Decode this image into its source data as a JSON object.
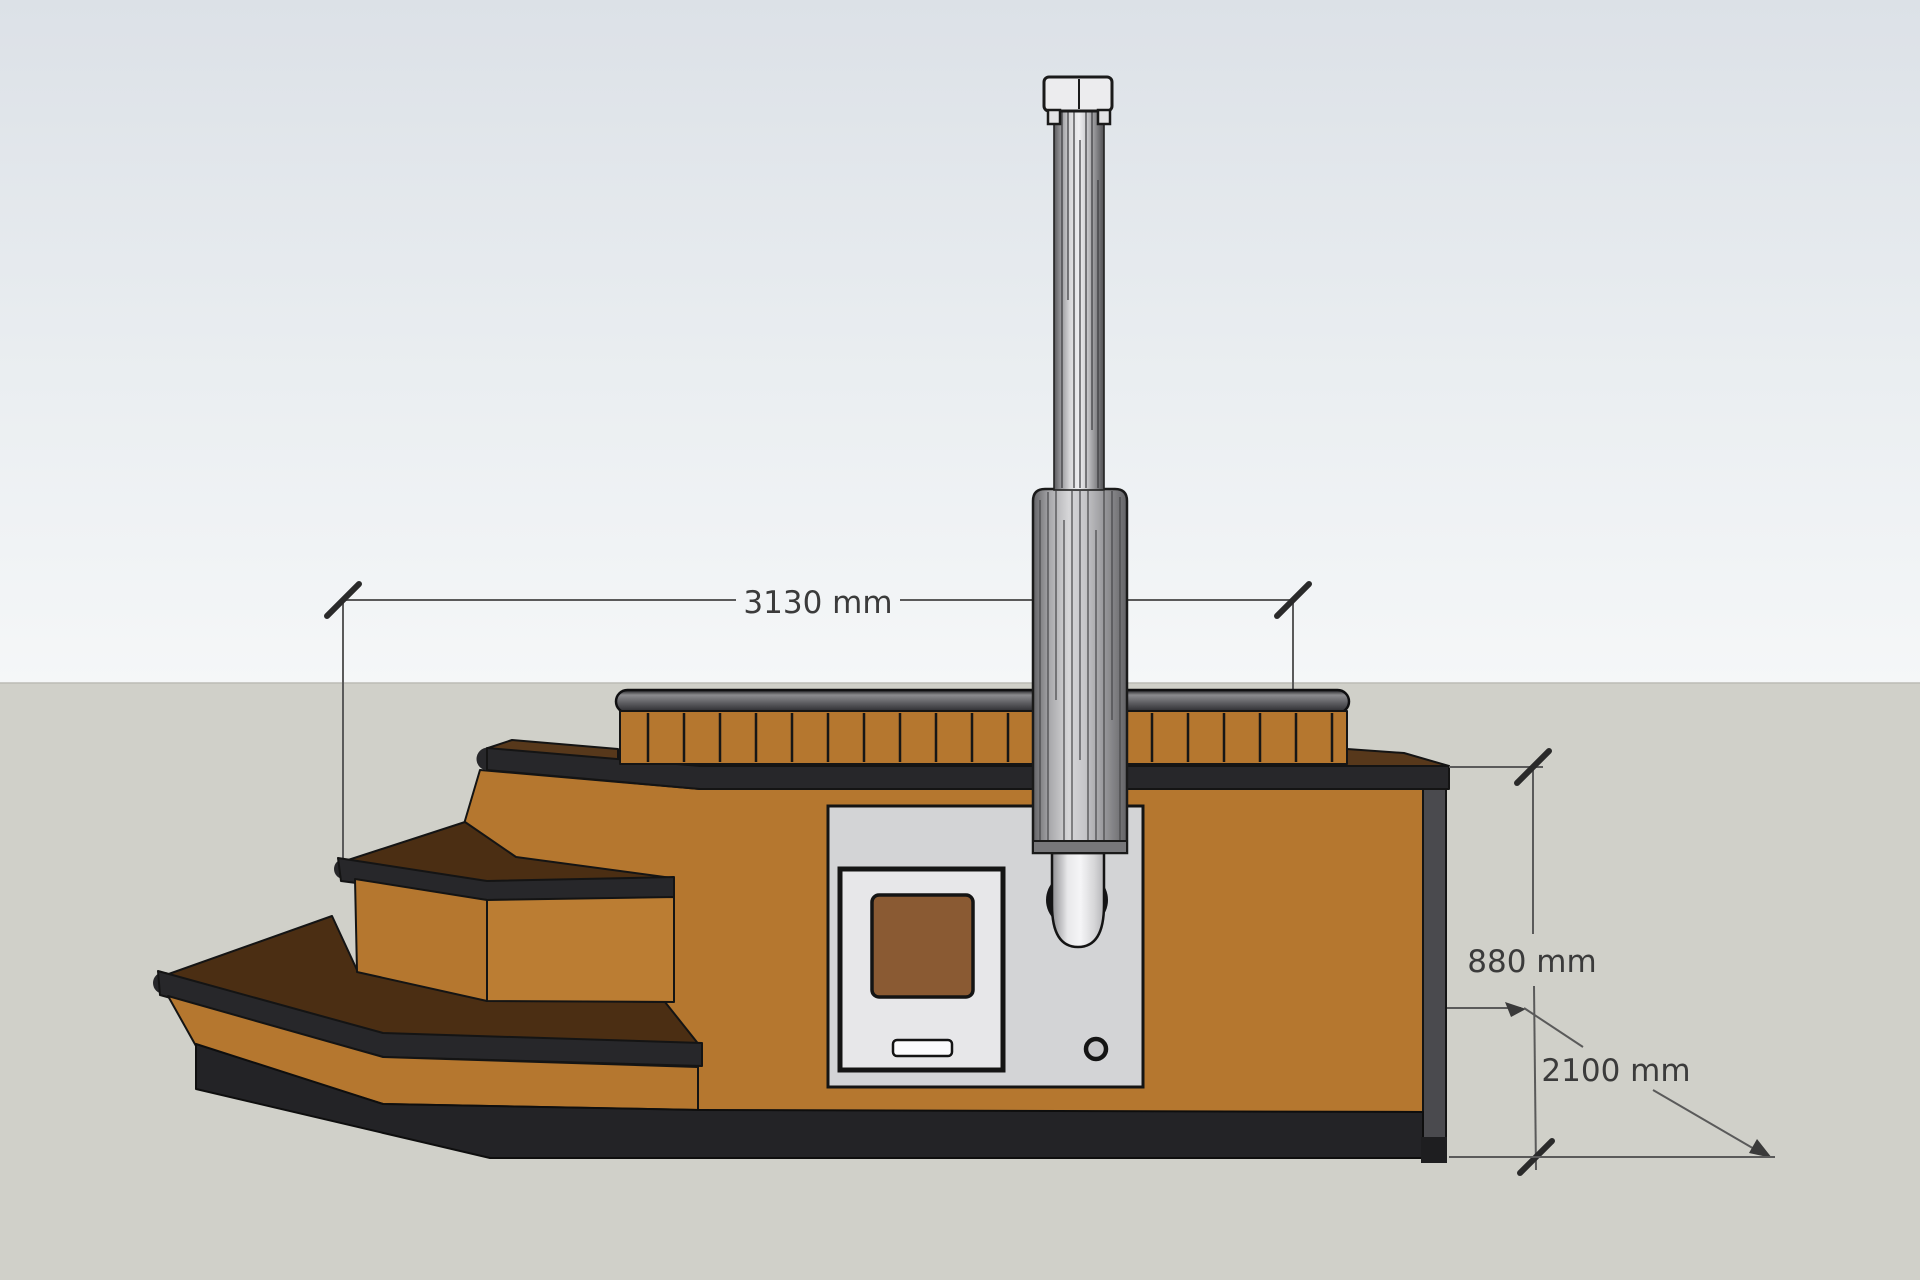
{
  "dimensions": {
    "width": {
      "label": "3130 mm"
    },
    "height": {
      "label": "880 mm"
    },
    "depth": {
      "label": "2100 mm"
    }
  },
  "palette": {
    "wood_light": "#b5772f",
    "wood_light2": "#bb7d33",
    "wood_tread": "#4b2e13",
    "wood_deck": "#57381b",
    "trim_black": "#27272a",
    "plinth_black": "#232326",
    "edge_gray": "#4a4a4e",
    "panel_gray": "#d3d4d6",
    "door_face": "#e7e7e9",
    "door_window": "#8a5a33",
    "metal_light": "#ececee",
    "dim_line": "#5a5a5a",
    "dim_text": "#3b3b3b",
    "ground": "#d0d0c9"
  }
}
